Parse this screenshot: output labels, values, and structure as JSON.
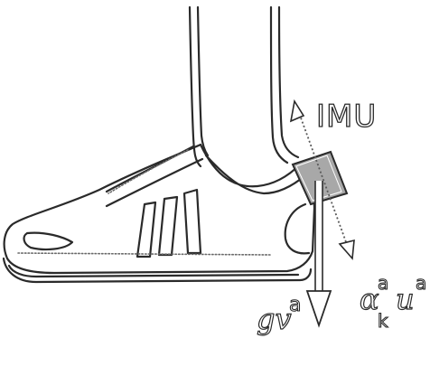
{
  "labels": {
    "imu": "IMU",
    "gravity": {
      "base": "gv",
      "superscript": "a"
    },
    "accel": {
      "base": "α",
      "subscript": "k",
      "superscript": "a",
      "vector": "u",
      "vector_superscript": "a"
    }
  },
  "colors": {
    "outline": "#2a2a2a",
    "sensor_fill": "#a8a8a8",
    "background": "#ffffff"
  }
}
